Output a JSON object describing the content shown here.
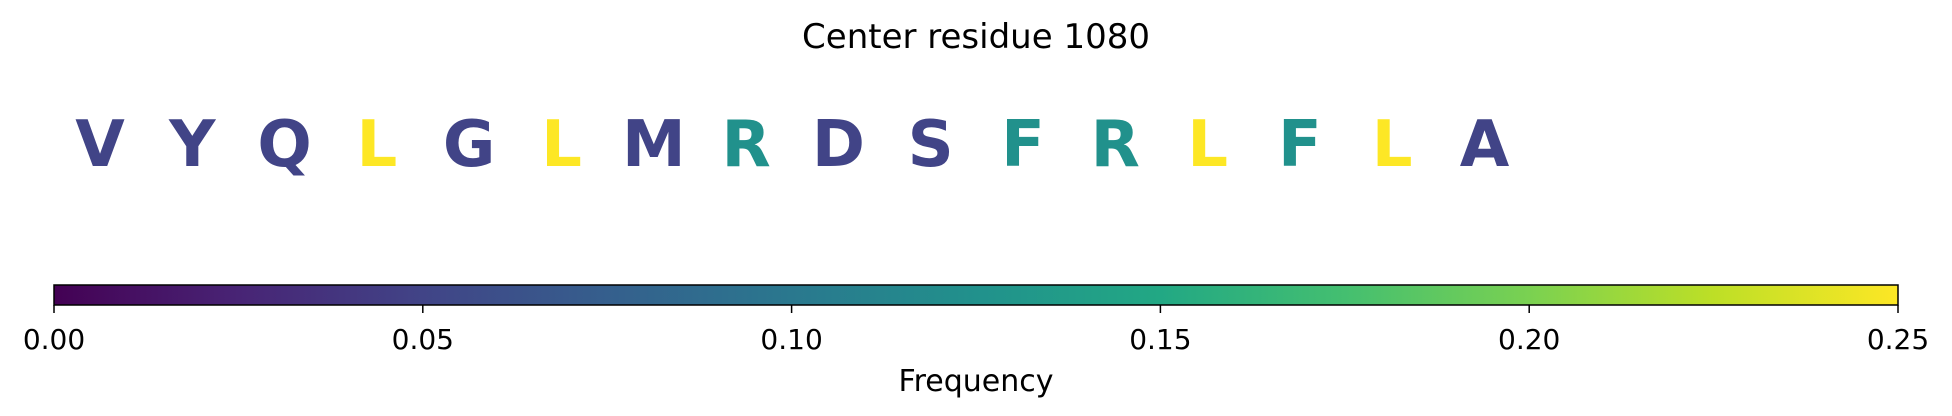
{
  "chart_data": {
    "type": "heatmap",
    "title": "Center residue 1080",
    "residues": [
      "V",
      "Y",
      "Q",
      "L",
      "G",
      "L",
      "M",
      "R",
      "D",
      "S",
      "F",
      "R",
      "L",
      "F",
      "L",
      "A"
    ],
    "frequencies": [
      0.05,
      0.05,
      0.05,
      0.25,
      0.05,
      0.25,
      0.05,
      0.125,
      0.05,
      0.05,
      0.125,
      0.125,
      0.25,
      0.125,
      0.25,
      0.05
    ],
    "colorbar": {
      "label": "Frequency",
      "range": [
        0,
        0.25
      ],
      "ticks": [
        0.0,
        0.05,
        0.1,
        0.15,
        0.2,
        0.25
      ],
      "tick_labels": [
        "0.00",
        "0.05",
        "0.10",
        "0.15",
        "0.20",
        "0.25"
      ],
      "colormap": "viridis"
    }
  }
}
